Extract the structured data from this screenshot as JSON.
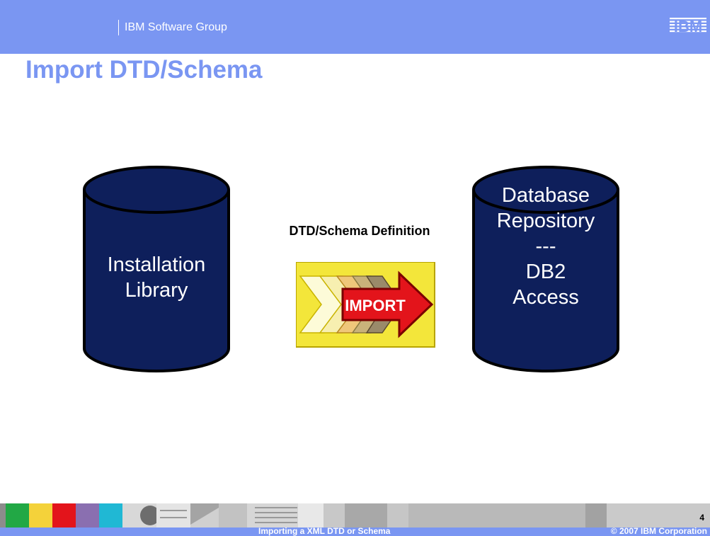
{
  "header": {
    "group": "IBM Software Group",
    "logo_text": "IBM"
  },
  "slide": {
    "title": "Import DTD/Schema",
    "left_cylinder": {
      "lines": [
        "Installation",
        "Library"
      ]
    },
    "right_cylinder": {
      "lines": [
        "Database",
        "Repository",
        "---",
        "DB2",
        "Access"
      ]
    },
    "definition_label": "DTD/Schema Definition",
    "import_label": "IMPORT"
  },
  "footer": {
    "title": "Importing a XML DTD or Schema",
    "copyright": "© 2007 IBM Corporation",
    "page_number": "4"
  },
  "colors": {
    "header_blue": "#7a96f2",
    "cylinder_fill": "#0e1f5b",
    "arrow_red": "#e3141b",
    "panel_yellow": "#f3e63a"
  }
}
